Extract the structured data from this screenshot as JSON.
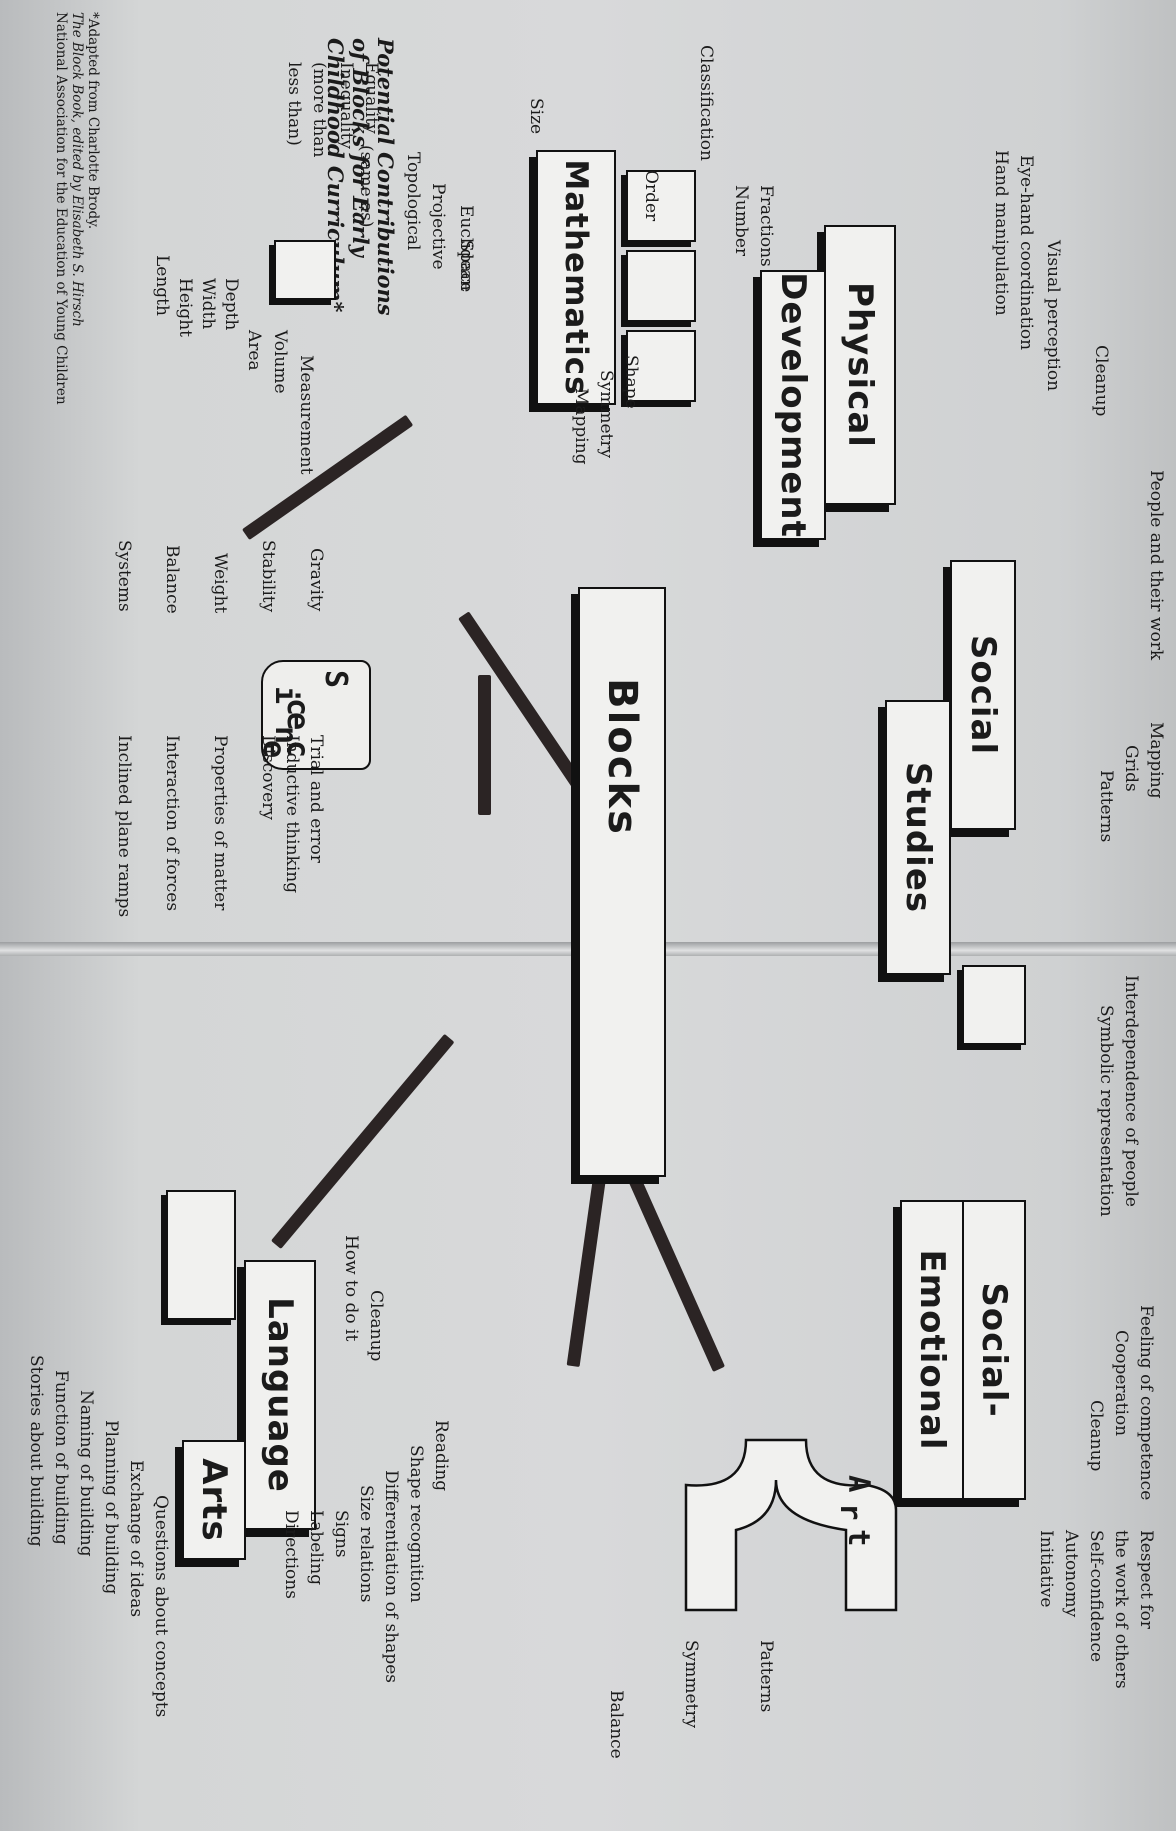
{
  "title": "Potential Contributions of Blocks for Early Childhood Curriculum*",
  "footnote": {
    "line1": "*Adapted from Charlotte Brody.",
    "line2": "The Block Book, edited by Elisabeth S. Hirsch",
    "line3": "National Association for the Education of Young Children"
  },
  "center": "Blocks",
  "areas": {
    "physical": {
      "line1": "Physical",
      "line2": "Development"
    },
    "social_studies": {
      "line1": "Social",
      "line2": "Studies"
    },
    "mathematics": "Mathematics",
    "science_letters": [
      "S",
      "c",
      "i",
      "e",
      "n",
      "c",
      "e"
    ],
    "social_emotional": {
      "line1": "Social-",
      "line2": "Emotional"
    },
    "art_letters": [
      "A",
      "r",
      "t"
    ],
    "language": {
      "line1": "Language",
      "line2": "Arts"
    }
  },
  "labels": {
    "physical": [
      "Cleanup",
      "Visual perception",
      "Eye-hand coordination",
      "Hand manipulation"
    ],
    "social_studies_left": "People and their work",
    "social_studies_right": [
      "Mapping",
      "Grids",
      "Patterns"
    ],
    "social_studies_far": [
      "Interdependence of people",
      "Symbolic representation"
    ],
    "math_space": "Space",
    "math_space_items": [
      "Euclidean",
      "Projective",
      "Topological"
    ],
    "math_shape": "Shape",
    "math_shape_items": [
      "Symmetry",
      "Mapping"
    ],
    "math_inequality": "Inequality",
    "math_inequality_sub": [
      "(more than",
      "less than)"
    ],
    "math_equality": "Equality",
    "math_equality_sub": "(same as)",
    "math_size": "Size",
    "math_classification": "Classification",
    "math_order": "Order",
    "math_number": "Number",
    "math_fractions": "Fractions",
    "math_measurement": "Measurement",
    "math_measure_items": [
      "Volume",
      "Area"
    ],
    "math_depth_items": [
      "Depth",
      "Width",
      "Height",
      "Length"
    ],
    "science_left": [
      "Gravity",
      "Stability",
      "Weight",
      "Balance",
      "Systems"
    ],
    "science_right": [
      "Trial and error",
      "Inductive thinking",
      "Discovery",
      "Properties of matter",
      "Interaction of forces",
      "Inclined plane ramps"
    ],
    "social_emotional_left": [
      "Feeling of competence",
      "Cooperation",
      "Cleanup"
    ],
    "social_emotional_right": [
      "Respect for",
      "the work of others",
      "Self-confidence",
      "Autonomy",
      "Initiative"
    ],
    "art": [
      "Patterns",
      "Symmetry",
      "Balance"
    ],
    "language_top": [
      "Cleanup",
      "How to do it"
    ],
    "language_list": [
      "Reading",
      "Shape recognition",
      "Differentiation of shapes",
      "Size relations",
      "Signs",
      "Labeling",
      "Directions",
      "Questions about concepts",
      "Exchange of ideas",
      "Planning of building",
      "Naming of building",
      "Function of building",
      "Stories about building"
    ]
  }
}
